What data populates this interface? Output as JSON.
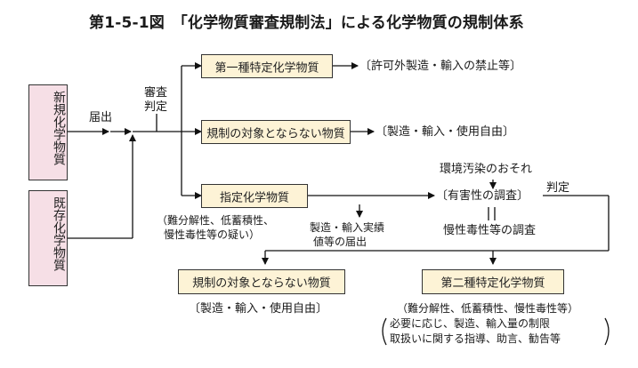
{
  "title": "第1-5-1図　「化学物質審査規制法」による化学物質の規制体系",
  "boxes": {
    "new_substance": "新規化学物質",
    "existing_substance": "既存化学物質",
    "class1": "第一種特定化学物質",
    "not_regulated_top": "規制の対象とならない物質",
    "designated": "指定化学物質",
    "not_regulated_bottom": "規制の対象とならない物質",
    "class2": "第二種特定化学物質"
  },
  "labels": {
    "notification": "届出",
    "examination": [
      "審査",
      "判定"
    ],
    "class1_note": "〔許可外製造・輸入の禁止等〕",
    "not_regulated_top_note": "〔製造・輸入・使用自由〕",
    "pollution_risk": "環境汚染のおそれ",
    "hazard_survey": "〔有害性の調査〕",
    "judgement": "判定",
    "chronic_toxicity_survey": "慢性毒性等の調査",
    "designated_note": [
      "（難分解性、低蓄積性、",
      "慢性毒性等の疑い）"
    ],
    "report": [
      "製造・輸入実績",
      "値等の届出"
    ],
    "not_regulated_bottom_note": "〔製造・輸入・使用自由〕",
    "class2_notes": [
      "（難分解性、低蓄積性、慢性毒性等）",
      "必要に応じ、製造、輸入量の制限",
      "取扱いに関する指導、助言、勧告等"
    ]
  }
}
